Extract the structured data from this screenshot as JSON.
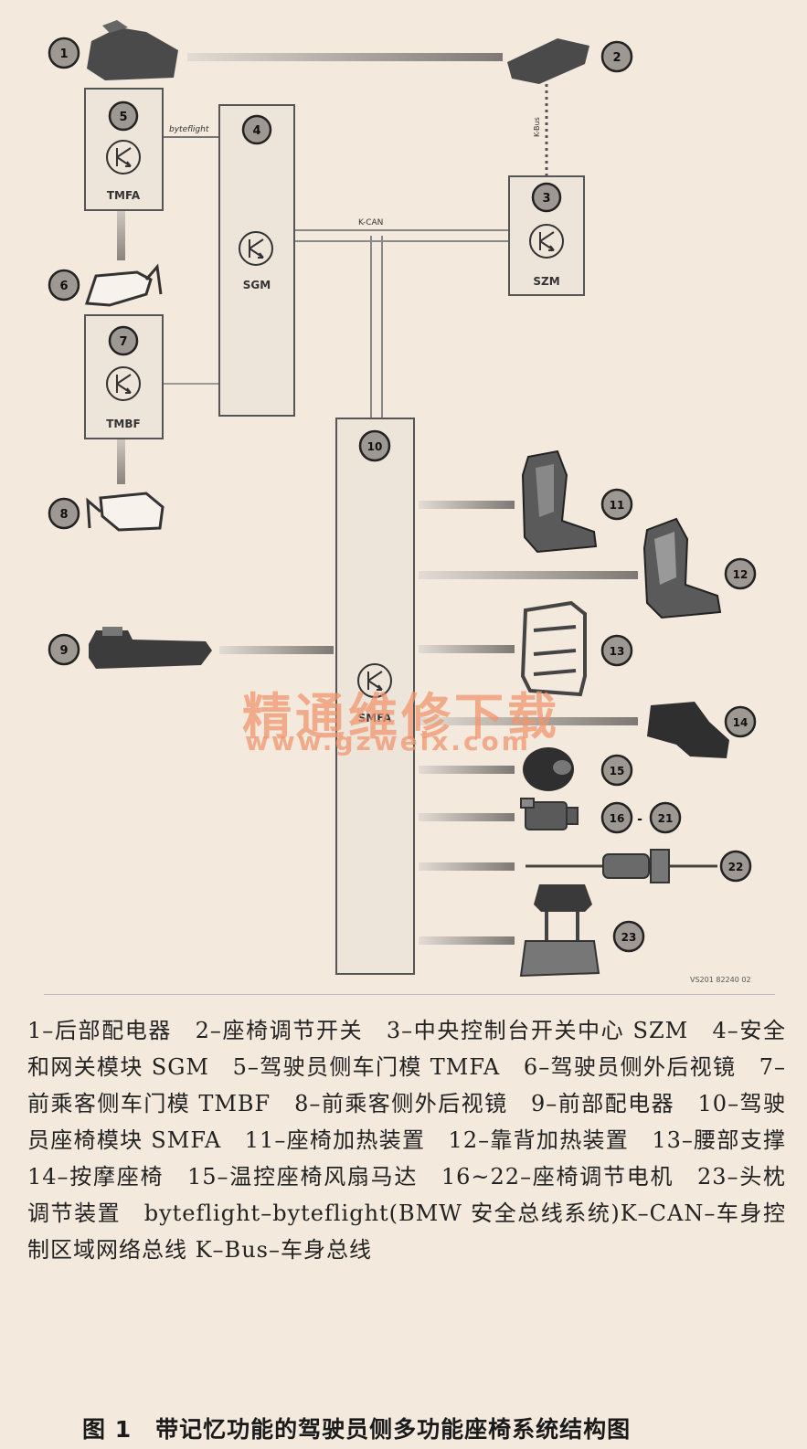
{
  "diagram": {
    "modules": {
      "tmfa": {
        "label": "TMFA"
      },
      "tmbf": {
        "label": "TMBF"
      },
      "sgm": {
        "label": "SGM"
      },
      "szm": {
        "label": "SZM"
      },
      "smfa": {
        "label": "SMFA"
      }
    },
    "bus_labels": {
      "byteflight": "byteflight",
      "kcan": "K-CAN",
      "kbus": "K-Bus"
    },
    "callouts": [
      "1",
      "2",
      "3",
      "4",
      "5",
      "6",
      "7",
      "8",
      "9",
      "10",
      "11",
      "12",
      "13",
      "14",
      "15",
      "16",
      "21",
      "22",
      "23"
    ],
    "callout_range_separator": "-",
    "figure_code": "VS201 82240 02",
    "watermark": {
      "cn": "精通维修下载",
      "url": "www.gzweix.com"
    }
  },
  "legend_text": "1–后部配电器　2–座椅调节开关　3–中央控制台开关中心 SZM　4–安全和网关模块 SGM　5–驾驶员侧车门模 TMFA　6–驾驶员侧外后视镜　7–前乘客侧车门模 TMBF　8–前乘客侧外后视镜　9–前部配电器　10–驾驶员座椅模块 SMFA　11–座椅加热装置　12–靠背加热装置　13–腰部支撑　14–按摩座椅　15–温控座椅风扇马达　16~22–座椅调节电机　23–头枕调节装置　byteflight–byteflight(BMW 安全总线系统)K–CAN–车身控制区域网络总线 K–Bus–车身总线",
  "caption": "图 1　带记忆功能的驾驶员侧多功能座椅系统结构图",
  "colors": {
    "background": "#f3e9dd",
    "module_fill": "#ede4da",
    "connector": "#8a8580",
    "callout_fill": "#9e9892"
  }
}
